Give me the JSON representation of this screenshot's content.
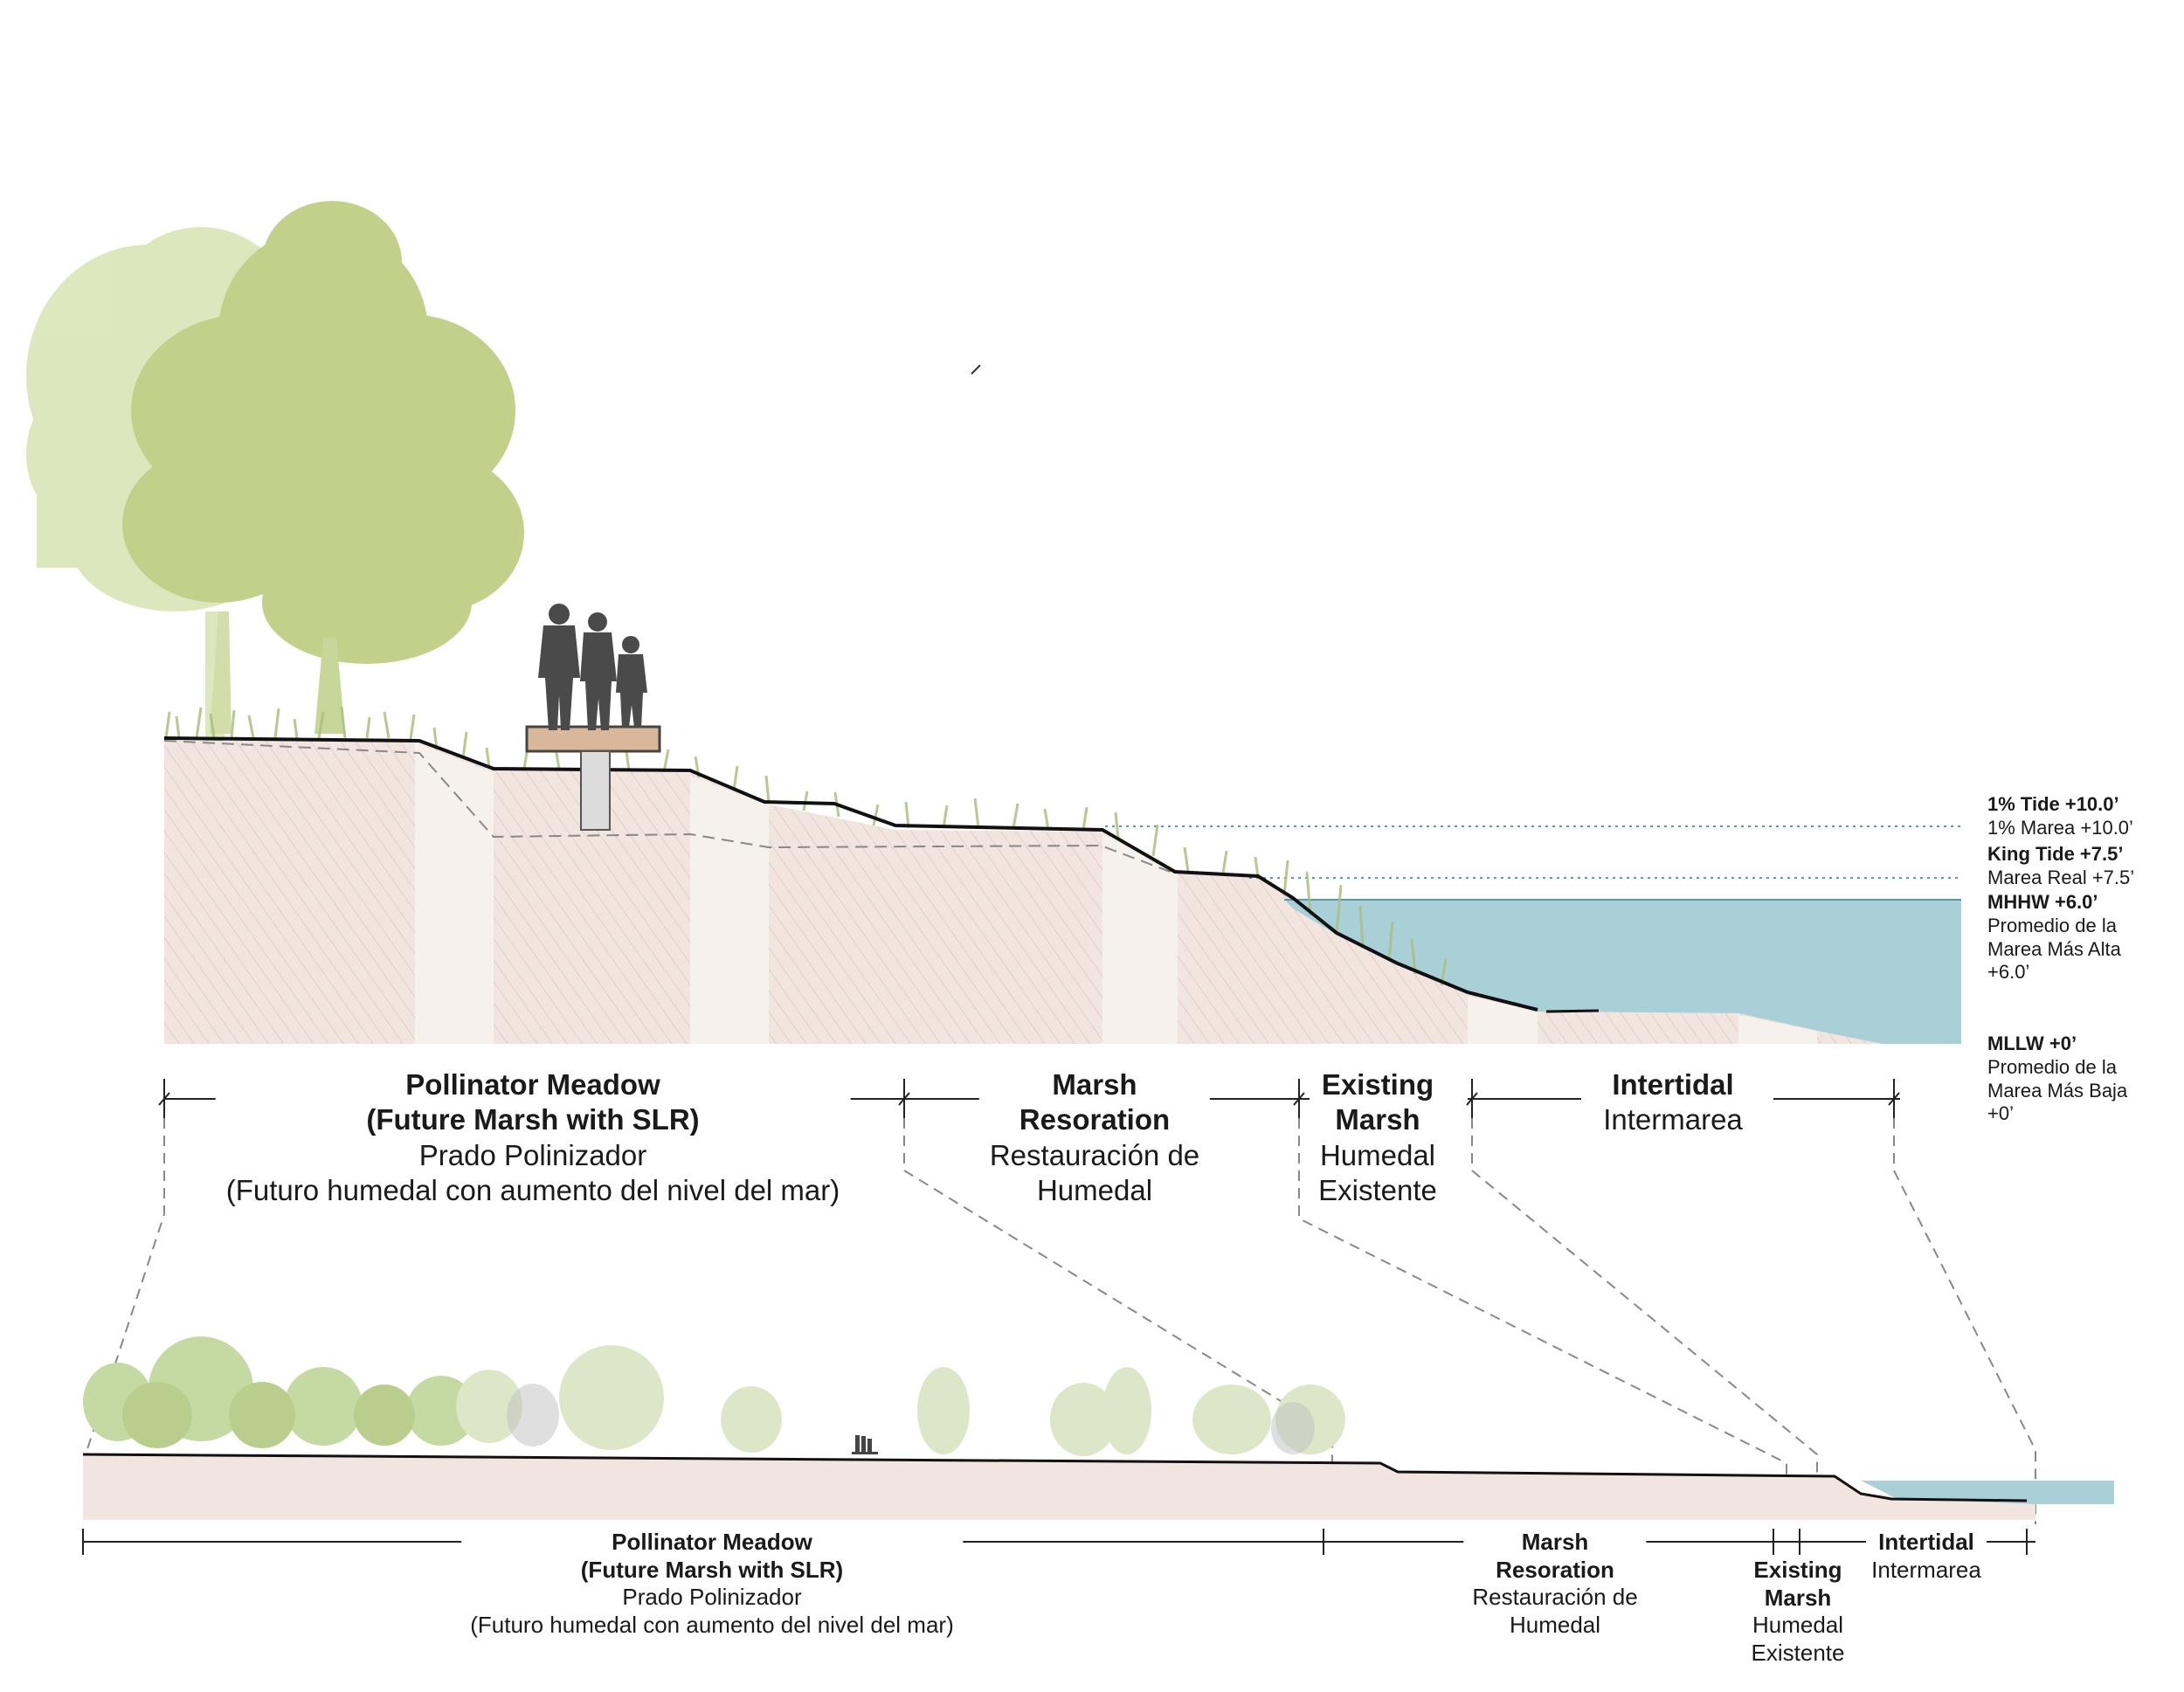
{
  "tide_levels": [
    {
      "id": "one-pct",
      "title": "1% Tide +10.0’",
      "lines": [
        "1% Marea +10.0’"
      ]
    },
    {
      "id": "king",
      "title": "King Tide +7.5’",
      "lines": [
        "Marea Real +7.5’"
      ]
    },
    {
      "id": "mhhw",
      "title": "MHHW +6.0’",
      "lines": [
        "Promedio de la",
        "Marea Más Alta",
        "+6.0’"
      ]
    },
    {
      "id": "mllw",
      "title": "MLLW +0’",
      "lines": [
        "Promedio de la",
        "Marea Más Baja",
        "+0’"
      ]
    }
  ],
  "top_zones": [
    {
      "id": "pollinator",
      "bold": [
        "Pollinator Meadow",
        "(Future Marsh with SLR)"
      ],
      "normal": [
        "Prado Polinizador",
        "(Futuro humedal con aumento del nivel del mar)"
      ]
    },
    {
      "id": "marsh",
      "bold": [
        "Marsh",
        "Resoration"
      ],
      "normal": [
        "Restauración de",
        "Humedal"
      ]
    },
    {
      "id": "existing",
      "bold": [
        "Existing",
        "Marsh"
      ],
      "normal": [
        "Humedal",
        "Existente"
      ]
    },
    {
      "id": "intertidal",
      "bold": [
        "Intertidal"
      ],
      "normal": [
        "Intermarea"
      ]
    }
  ],
  "bottom_zones": [
    {
      "id": "pollinator",
      "bold": [
        "Pollinator Meadow",
        "(Future Marsh with SLR)"
      ],
      "normal": [
        "Prado Polinizador",
        "(Futuro humedal con aumento del nivel del mar)"
      ]
    },
    {
      "id": "marsh",
      "bold": [
        "Marsh",
        "Resoration"
      ],
      "normal": [
        "Restauración de",
        "Humedal"
      ]
    },
    {
      "id": "existing",
      "bold": [
        "Existing",
        "Marsh"
      ],
      "normal": [
        "Humedal",
        "Existente"
      ]
    },
    {
      "id": "intertidal",
      "bold": [
        "Intertidal"
      ],
      "normal": [
        "Intermarea"
      ]
    }
  ],
  "colors": {
    "soil": "#f2e4df",
    "soil_hatch": "#e2c9c2",
    "soil_light": "#f7f1ec",
    "water": "#a9cfd7",
    "tree_main": "#c3d08a",
    "tree_faded": "#d9e5b8",
    "grass": "#a9c080",
    "people": "#4a4a4a",
    "line": "#111111",
    "dash": "#777777",
    "tide_line": "#5a9aa8"
  }
}
